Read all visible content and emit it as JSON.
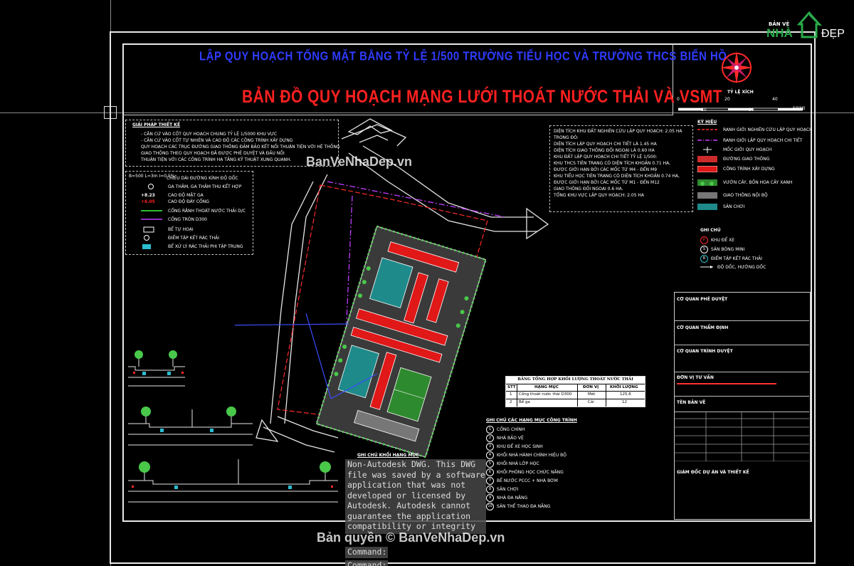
{
  "drawing": {
    "title_line1": "LẬP QUY HOẠCH TỔNG MẶT BẰNG TỶ LỆ 1/500 TRƯỜNG TIỂU HỌC  VÀ TRƯỜNG THCS BIỂN HỒ",
    "title_line2": "BẢN ĐỒ QUY HOẠCH MẠNG LƯỚI THOÁT NƯỚC THẢI VÀ VSMT",
    "scale_label": "TỶ LỆ XÍCH",
    "scale_ticks_top": [
      "0",
      "20",
      "40",
      "50(M)"
    ],
    "scale_ticks_bottom": [
      "10",
      "30"
    ],
    "solutions_title": "GIẢI PHÁP THIẾT KẾ",
    "solutions_lines": [
      "- CĂN CỨ  VÀO CỐT QUY HOẠCH CHUNG TỶ LỆ 1/5000 KHU VỰC",
      "- CĂN CỨ VÀO CỐT TỰ NHIÊN VÀ CAO ĐỘ CÁC CÔNG TRÌNH XÂY DỰNG",
      "QUY HOẠCH CÁC TRỤC ĐƯỜNG GIAO THÔNG ĐẢM BẢO KẾT NỐI THUẬN TIỆN VỚI HỆ THỐNG",
      "GIAO THÔNG THEO QUY HOẠCH ĐÃ ĐƯỢC PHÊ DUYỆT VÀ ĐẦU NỐI",
      "THUẬN TIỆN VỚI CÁC CÔNG TRÌNH HẠ TẦNG KỸ THUẬT XUNG QUANH."
    ],
    "legend_left": [
      "CHIỀU DÀI   ĐƯỜNG KÍNH   ĐỘ DỐC",
      "GA THĂM, GA THĂM THU KẾT HỢP",
      "CAO ĐỘ MẶT GA",
      "CAO ĐỘ ĐÁY CỐNG",
      "CỐNG RÃNH THOÁT NƯỚC THẢI D/C",
      "CỐNG TRÒN D300",
      "BỂ TỰ HOẠI",
      "ĐIỂM TẬP KẾT RÁC THẢI",
      "BỂ XỬ LÝ RÁC THẢI PHI TẬP TRUNG"
    ],
    "legend_left_header": "B=500 L=3m I=0.5%",
    "legend_left_codes": [
      "+8.23",
      "+6.05"
    ],
    "stats_lines": [
      "DIỆN TÍCH KHU ĐẤT NGHIÊN CỨU LẬP QUY HOẠCH: 2.05 HA",
      "TRONG ĐÓ:",
      "DIỆN TÍCH LẬP QUY HOẠCH CHI TIẾT LÀ 1.45 HA",
      "DIỆN TÍCH GIAO THÔNG ĐỐI NGOẠI LÀ 0.60 HA",
      "KHU ĐẤT LẬP QUY HOẠCH CHI TIẾT TỶ LỆ 1/500:",
      "KHU THCS TIÊN TRANG CÓ DIỆN TÍCH KHOẢN 0.71 HA,",
      "ĐƯỢC GIỚI HẠN BỞI CÁC MỐC TỪ M4 - ĐẾN M9",
      "KHU TIỂU HỌC TIÊN TRANG CÓ DIỆN TÍCH KHOẢN 0.74 HA,",
      "ĐƯỢC GIỚI HẠN BỞI CÁC MỐC TỪ M1 - ĐẾN M12",
      "GIAO THÔNG ĐỐI NGOẠI 0.6 HA.",
      "TỔNG KHU VỰC LẬP QUY HOẠCH: 2.05 HA"
    ],
    "legend_right_title": "KÝ HIỆU",
    "legend_right": [
      "RANH GIỚI NGHIÊN CỨU LẬP QUY HOẠCH",
      "RANH GIỚI LẬP QUY HOẠCH CHI TIẾT",
      "MỐC GIỚI QUY HOẠCH",
      "ĐƯỜNG GIAO THÔNG",
      "CÔNG TRÌNH XÂY DỰNG",
      "VƯỜN CÂY, BỒN HOA CÂY XANH",
      "GIAO THÔNG NỘI BỘ",
      "SÂN CHƠI"
    ],
    "legend_right_sub_title": "GHI CHÚ",
    "legend_right2": [
      "KHU ĐỂ XE",
      "SÂN BÓNG MINI",
      "ĐIỂM TẬP KẾT RÁC THẢI",
      "ĐỘ DỐC, HƯỚNG DỐC"
    ],
    "table_title": "BẢNG TỔNG HỢP KHỐI LƯỢNG THOÁT NƯỚC THẢI",
    "table_headers": [
      "STT",
      "HẠNG MỤC",
      "ĐƠN VỊ",
      "KHỐI LƯỢNG"
    ],
    "table_rows": [
      [
        "1",
        "Cống thoát nước thải D300",
        "Mét",
        "125,6"
      ],
      [
        "2",
        "Bể ga",
        "Cái",
        "12"
      ]
    ],
    "works_title": "GHI CHÚ CÁC HẠNG MỤC CÔNG TRÌNH",
    "works": [
      "CỔNG CHÍNH",
      "NHÀ BẢO VỆ",
      "KHU ĐỂ XE HỌC SINH",
      "KHỐI NHÀ HÀNH CHÍNH HIỆU BỘ",
      "KHỐI NHÀ LỚP HỌC",
      "KHỐI PHÒNG HỌC CHỨC NĂNG",
      "BỂ NƯỚC PCCC + NHÀ BƠM",
      "SÂN CHƠI",
      "NHÀ ĐA NĂNG",
      "SÂN THỂ THAO ĐA NĂNG"
    ],
    "notes_title": "GHI CHÚ KHỐI HẠNG MỤC",
    "title_block_rows": [
      "CƠ QUAN PHÊ DUYỆT",
      "CƠ QUAN THẨM ĐỊNH",
      "CƠ QUAN TRÌNH DUYỆT",
      "ĐƠN VỊ TƯ VẤN",
      "TÊN BẢN VẼ"
    ],
    "title_block_bottom": "GIÁM ĐỐC DỰ ÁN VÀ THIẾT KẾ"
  },
  "warning_text": [
    "Non-Autodesk DWG.  This DWG",
    "file was saved by a software",
    "application that was not",
    "developed or licensed by",
    "Autodesk.  Autodesk cannot",
    "guarantee the application",
    "compatibility or integrity"
  ],
  "command_lines": [
    "Command:",
    "Command:"
  ],
  "watermark": {
    "top": "BanVeNhaDep.vn",
    "bottom": "Bản quyền © BanVeNhaDep.vn",
    "logo_line1": "BẢN VẼ",
    "logo_line2": "NHÀ",
    "logo_line3": "ĐẸP"
  },
  "colors": {
    "background": "#000000",
    "title_blue": "#2f3cff",
    "title_red": "#ff2020",
    "building_red": "#e01818",
    "water_teal": "#1e8a8a",
    "grass_green": "#2e8a2e"
  }
}
